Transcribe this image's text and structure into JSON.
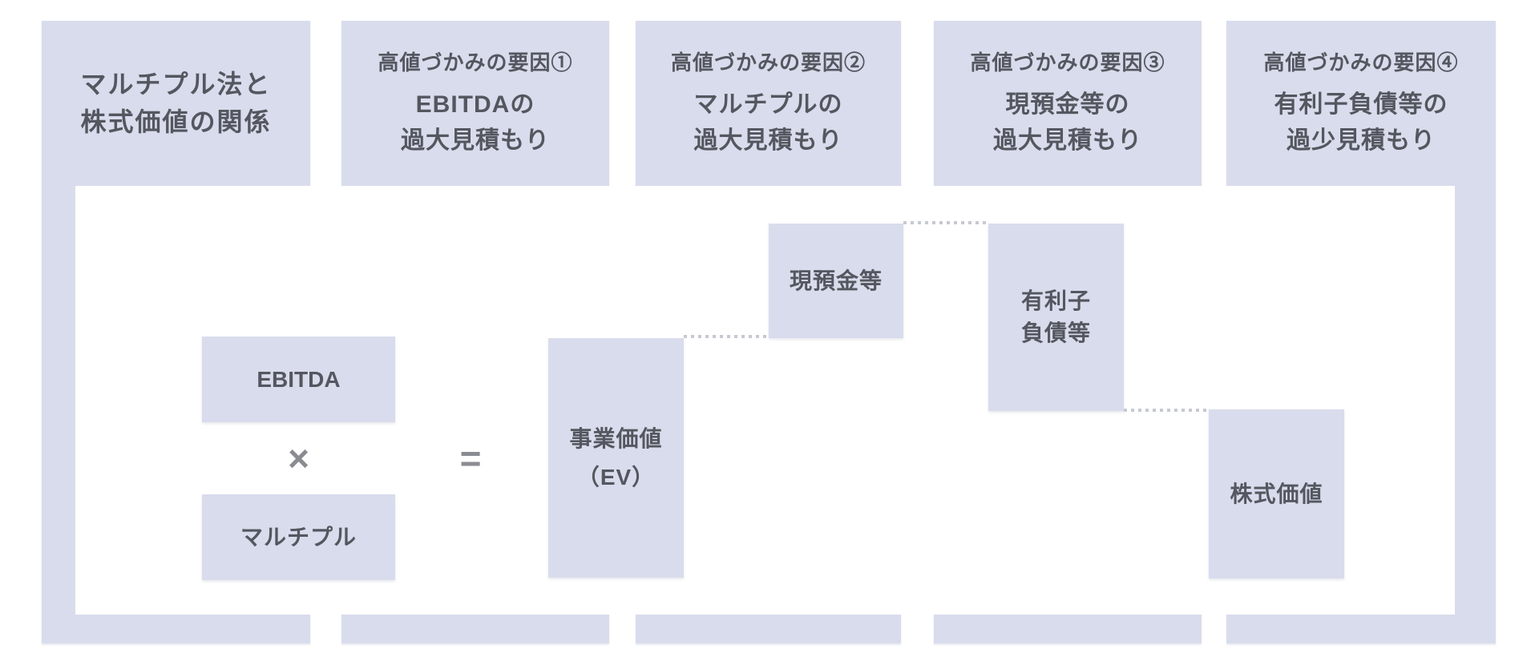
{
  "colors": {
    "panel": "#d9dcec",
    "text": "#54575f",
    "operator": "#8b8c92",
    "dotted": "#c7c9d2",
    "bg": "#ffffff"
  },
  "columns": [
    {
      "lines": [
        "マルチプル法と",
        "株式価値の関係"
      ]
    },
    {
      "tag": "高値づかみの要因①",
      "lines": [
        "EBITDAの",
        "過大見積もり"
      ]
    },
    {
      "tag": "高値づかみの要因②",
      "lines": [
        "マルチプルの",
        "過大見積もり"
      ]
    },
    {
      "tag": "高値づかみの要因③",
      "lines": [
        "現預金等の",
        "過大見積もり"
      ]
    },
    {
      "tag": "高値づかみの要因④",
      "lines": [
        "有利子負債等の",
        "過少見積もり"
      ]
    }
  ],
  "waterfall": {
    "ebitda": "EBITDA",
    "times": "×",
    "multiple": "マルチプル",
    "equals": "=",
    "ev_line1": "事業価値",
    "ev_line2": "（EV）",
    "cash": "現預金等",
    "debt_line1": "有利子",
    "debt_line2": "負債等",
    "equity": "株式価値"
  }
}
